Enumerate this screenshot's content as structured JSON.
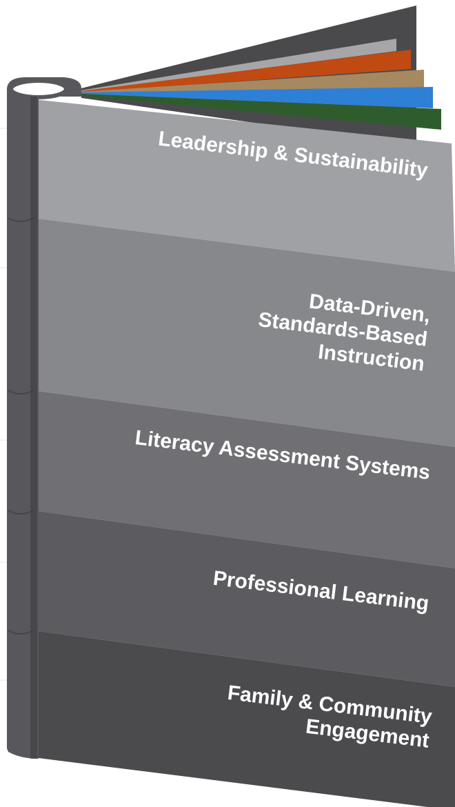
{
  "book": {
    "sections": [
      {
        "label": "Leadership & Sustainability",
        "color": "#a0a1a5"
      },
      {
        "label": "Data-Driven,\nStandards-Based\nInstruction",
        "color": "#87888c"
      },
      {
        "label": "Literacy Assessment Systems",
        "color": "#707074"
      },
      {
        "label": "Professional Learning",
        "color": "#5c5c60"
      },
      {
        "label": "Family & Community\nEngagement",
        "color": "#4b4b4e"
      }
    ],
    "page_colors": [
      "#a6a6a8",
      "#c04a12",
      "#a68960",
      "#2e7fd6",
      "#2f5c2c"
    ],
    "cover_color": "#4a4a4c",
    "spine_color": "#58585c"
  }
}
